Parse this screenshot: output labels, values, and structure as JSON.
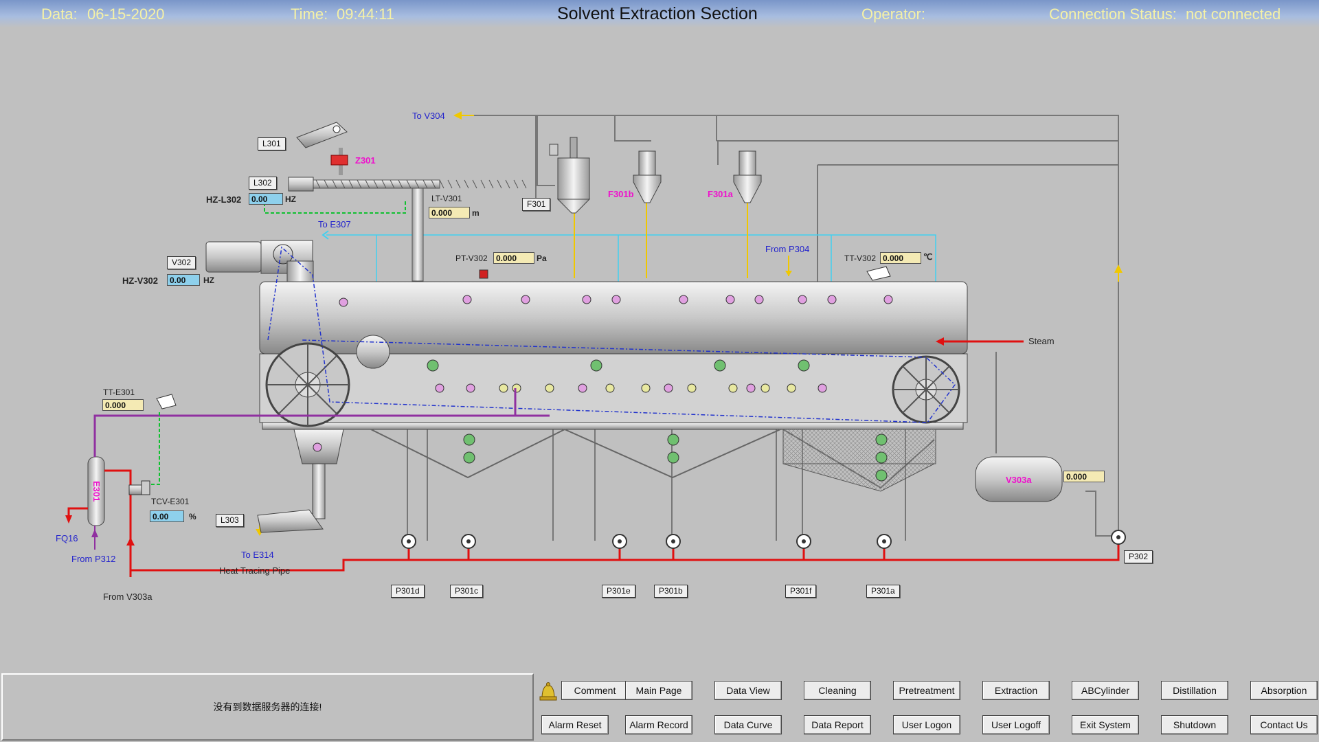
{
  "header": {
    "date_label": "Data:",
    "date": "06-15-2020",
    "time_label": "Time:",
    "time": "09:44:11",
    "title": "Solvent Extraction Section",
    "operator_label": "Operator:",
    "connection_label": "Connection Status:",
    "connection_value": "not connected"
  },
  "tags": {
    "l301": "L301",
    "l302": "L302",
    "v302": "V302",
    "f301": "F301",
    "l303": "L303",
    "p302": "P302",
    "p301d": "P301d",
    "p301c": "P301c",
    "p301e": "P301e",
    "p301b": "P301b",
    "p301f": "P301f",
    "p301a": "P301a"
  },
  "labels": {
    "to_v304": "To V304",
    "to_e307": "To E307",
    "from_p304": "From P304",
    "steam": "Steam",
    "to_e314": "To E314",
    "heat_tracing": "Heat Tracing Pipe",
    "from_v303a": "From V303a",
    "fq16": "FQ16",
    "from_p312": "From P312",
    "z301": "Z301",
    "f301b": "F301b",
    "f301a": "F301a",
    "e301": "E301",
    "v303a": "V303a"
  },
  "instruments": {
    "hz_l302": {
      "tag": "HZ-L302",
      "value": "0.00",
      "unit": "HZ"
    },
    "hz_v302": {
      "tag": "HZ-V302",
      "value": "0.00",
      "unit": "HZ"
    },
    "lt_v301": {
      "tag": "LT-V301",
      "value": "0.000",
      "unit": "m"
    },
    "pt_v302": {
      "tag": "PT-V302",
      "value": "0.000",
      "unit": "Pa"
    },
    "tt_v302": {
      "tag": "TT-V302",
      "value": "0.000",
      "unit": "℃"
    },
    "tt_e301": {
      "tag": "TT-E301",
      "value": "0.000"
    },
    "tcv_e301": {
      "tag": "TCV-E301",
      "value": "0.00",
      "unit": "%"
    },
    "v303a_level": {
      "value": "0.000"
    }
  },
  "status_message": "没有到数据服务器的连接!",
  "buttons": {
    "row1": [
      "Comment",
      "Main Page",
      "Data View",
      "Cleaning",
      "Pretreatment",
      "Extraction",
      "ABCylinder",
      "Distillation",
      "Absorption"
    ],
    "row2": [
      "Alarm Reset",
      "Alarm Record",
      "Data Curve",
      "Data Report",
      "User Logon",
      "User Logoff",
      "Exit System",
      "Shutdown",
      "Contact Us"
    ]
  },
  "colors": {
    "steam_line": "#e01010",
    "feed_line": "#f0c800",
    "return_line": "#40d0f0",
    "signal_line": "#10c030",
    "heat_tracing": "#9030a0",
    "value_box": "#f4eab4",
    "setpoint_box": "#8ed0ec"
  }
}
